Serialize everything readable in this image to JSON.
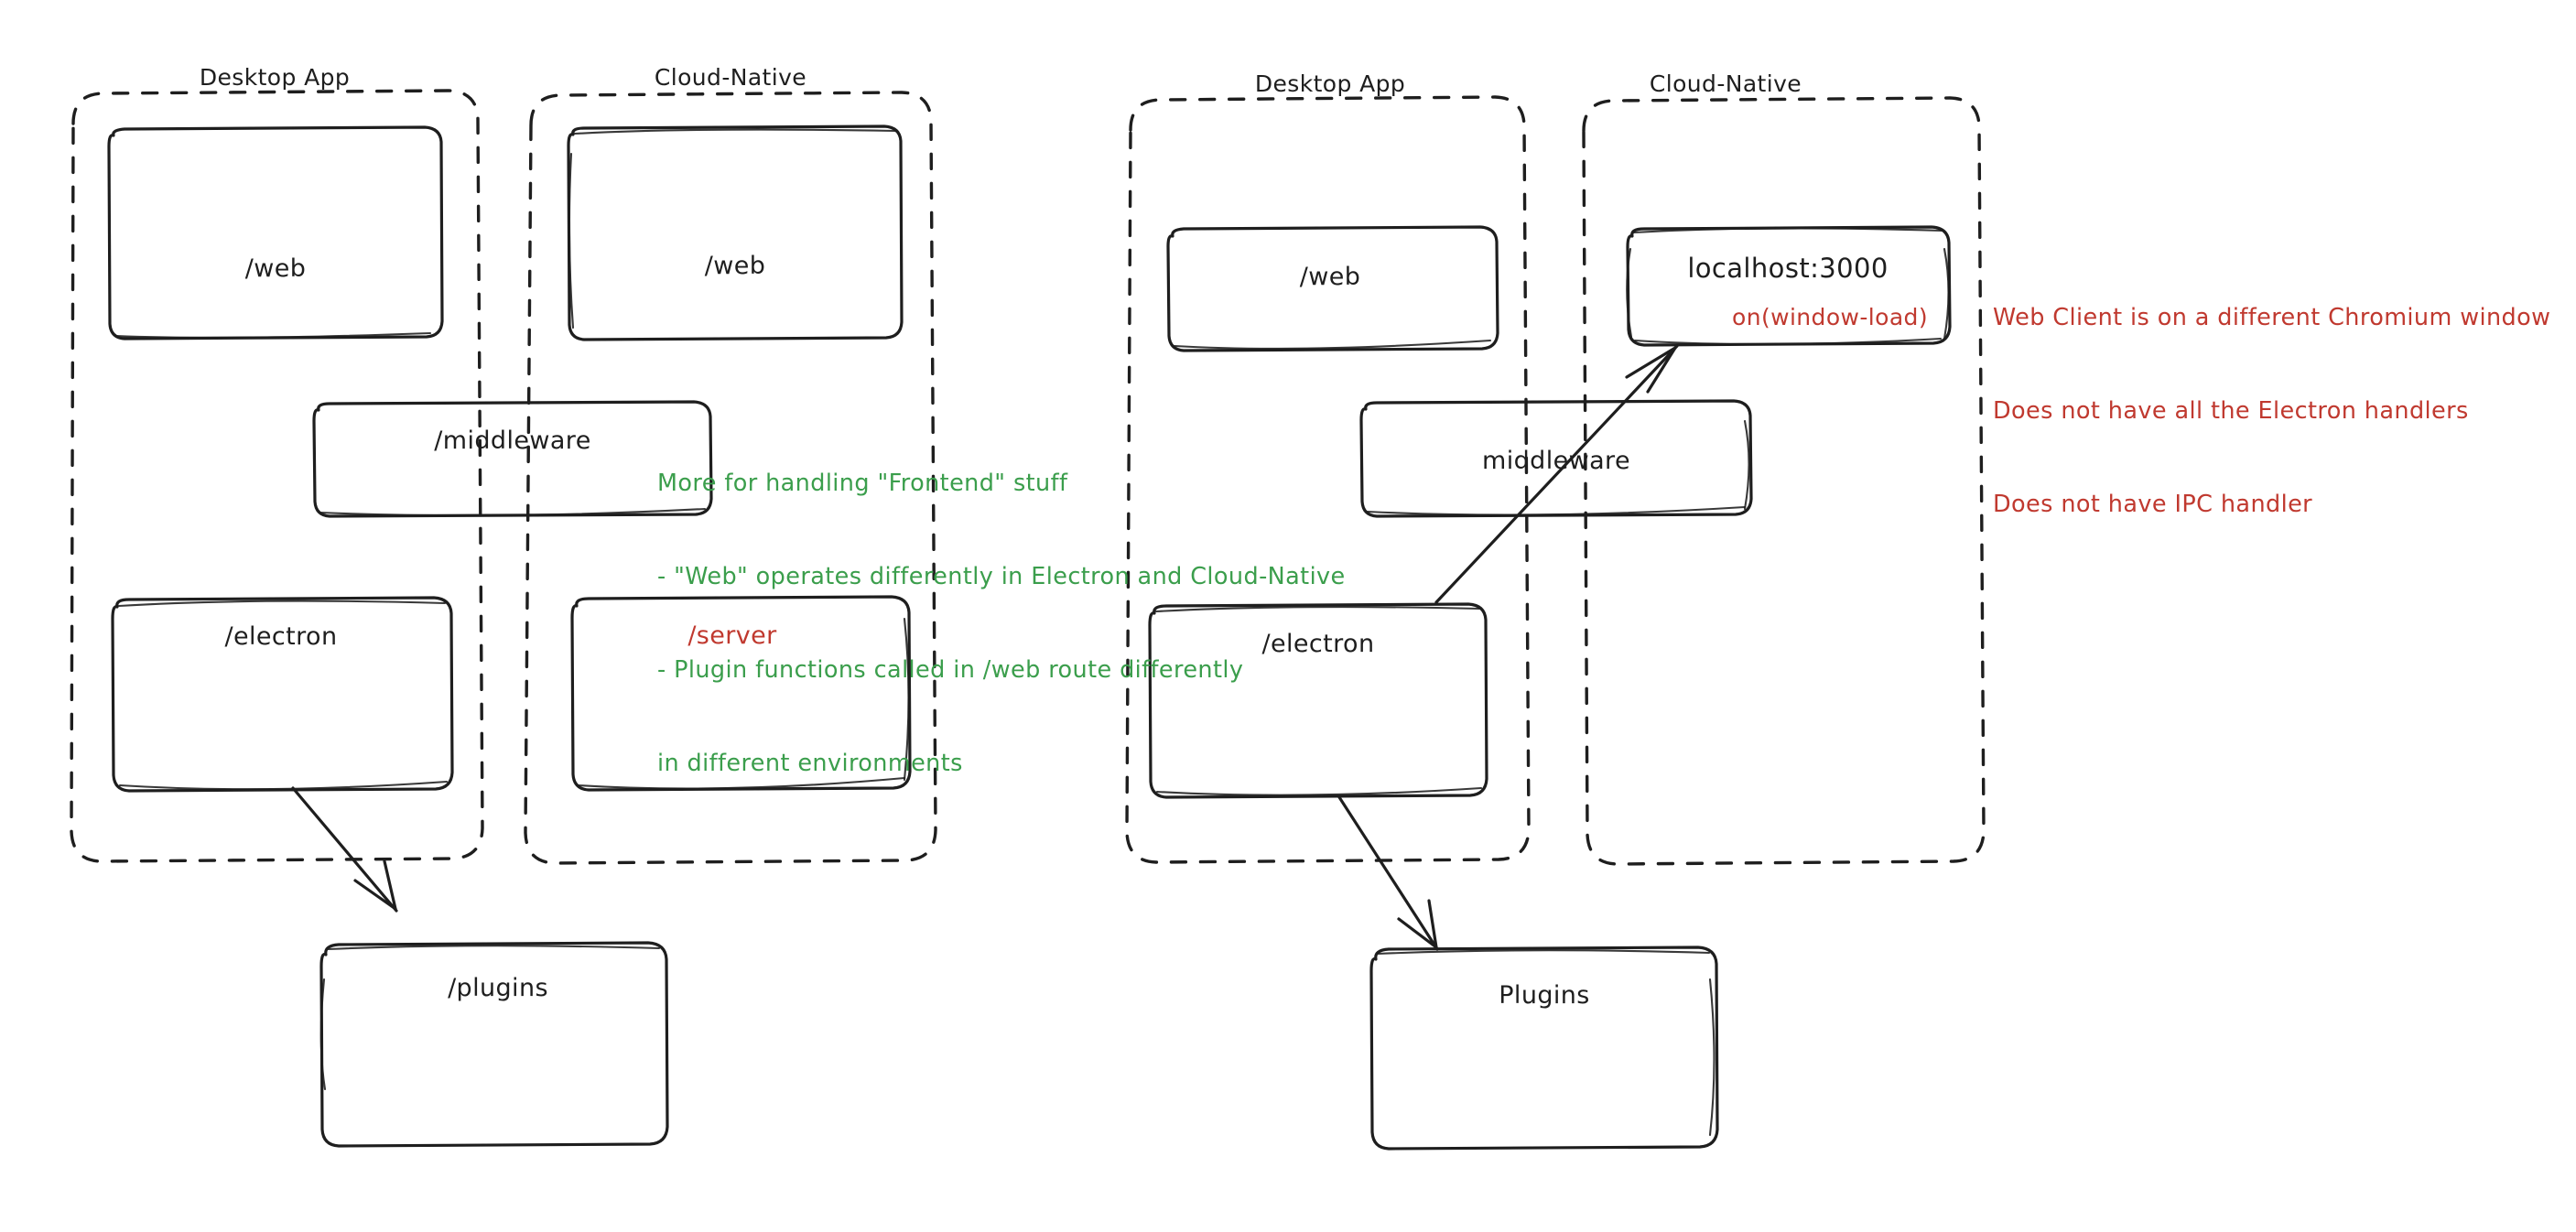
{
  "meta": {
    "title": "Electron vs Cloud-Native architecture sketch",
    "background": "#ffffff",
    "ink": "#1e1e1e",
    "red": "#c0392f",
    "green": "#3b9e4c"
  },
  "diagrams": [
    {
      "id": "left",
      "groups": [
        {
          "id": "left-desktop",
          "label": "Desktop App",
          "boxes": [
            {
              "id": "left-web",
              "label": "/web",
              "color": "ink"
            },
            {
              "id": "left-electron",
              "label": "/electron",
              "color": "ink"
            }
          ]
        },
        {
          "id": "left-cloud",
          "label": "Cloud-Native",
          "boxes": [
            {
              "id": "left-cloud-web",
              "label": "/web",
              "color": "ink"
            },
            {
              "id": "left-server",
              "label": "/server",
              "color": "red"
            }
          ]
        }
      ],
      "spanning_boxes": [
        {
          "id": "left-middleware",
          "label": "/middleware",
          "color": "ink"
        }
      ],
      "outside_boxes": [
        {
          "id": "left-plugins",
          "label": "/plugins",
          "color": "ink"
        }
      ],
      "arrows": [
        {
          "id": "left-electron-to-plugins",
          "from": "/electron",
          "to": "/plugins"
        }
      ]
    },
    {
      "id": "right",
      "groups": [
        {
          "id": "right-desktop",
          "label": "Desktop App",
          "boxes": [
            {
              "id": "right-web",
              "label": "/web",
              "color": "ink"
            },
            {
              "id": "right-electron",
              "label": "/electron",
              "color": "ink"
            }
          ]
        },
        {
          "id": "right-cloud",
          "label": "Cloud-Native",
          "boxes": [
            {
              "id": "right-localhost",
              "label": "localhost:3000",
              "sublabel": "on(window-load)",
              "color": "ink",
              "sublabel_color": "red"
            }
          ]
        }
      ],
      "spanning_boxes": [
        {
          "id": "right-middleware",
          "label": "middleware",
          "color": "ink"
        }
      ],
      "outside_boxes": [
        {
          "id": "right-plugins",
          "label": "Plugins",
          "color": "ink"
        }
      ],
      "arrows": [
        {
          "id": "right-electron-to-localhost",
          "from": "/electron",
          "to": "localhost:3000"
        },
        {
          "id": "right-electron-to-plugins",
          "from": "/electron",
          "to": "Plugins"
        }
      ]
    }
  ],
  "annotations": [
    {
      "id": "green-note",
      "color": "green",
      "lines": [
        "More for handling \"Frontend\" stuff",
        "- \"Web\" operates differently in Electron and Cloud-Native",
        "- Plugin functions called in /web route differently",
        "in different environments"
      ]
    },
    {
      "id": "red-note",
      "color": "red",
      "lines": [
        "Web Client is on a different Chromium window",
        "Does not have all the Electron handlers",
        "Does not have IPC handler"
      ]
    }
  ]
}
